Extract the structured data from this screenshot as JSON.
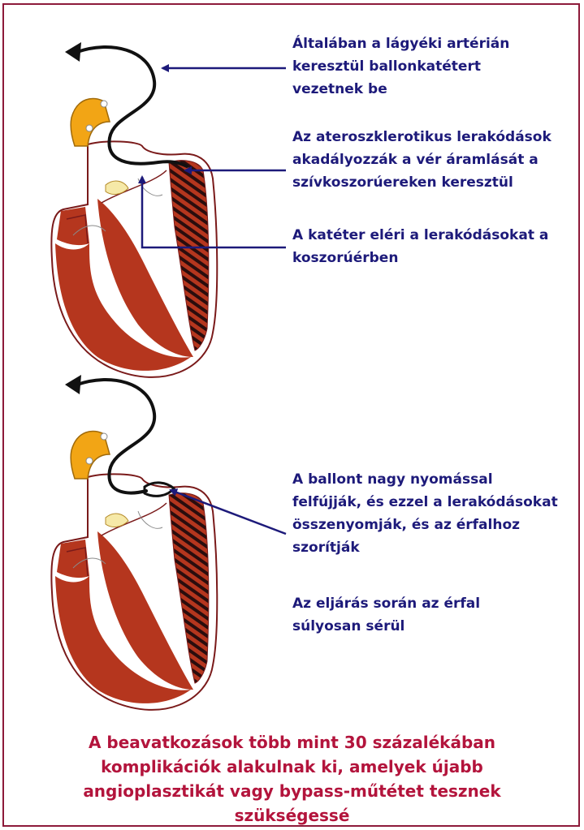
{
  "top_diagram": {
    "labels": [
      "Általában a lágyéki artérián keresztül ballonkatétert vezetnek be",
      "Az ateroszklerotikus lerakódások akadályozzák a vér áramlását a szívkoszorúereken keresztül",
      "A katéter eléri a lerakódásokat a koszorúérben"
    ]
  },
  "bottom_diagram": {
    "labels": [
      "A ballont nagy nyomással felfújják, és ezzel a lerakódásokat összenyomják, és az érfalhoz szorítják",
      "Az eljárás során az érfal súlyosan sérül"
    ]
  },
  "footer": "A beavatkozások több mint 30 százalékában komplikációk alakulnak ki, amelyek újabb angioplasztikát vagy bypass-műtétet tesznek szükségessé",
  "colors": {
    "label_text": "#1d1a7a",
    "footer_text": "#b3143c",
    "frame": "#8d1a3a",
    "heart_muscle": "#b5361e",
    "aorta": "#f2a515",
    "plaque_stripes": "#2a0d0d",
    "catheter": "#111111",
    "arrow": "#1d1a7a"
  }
}
